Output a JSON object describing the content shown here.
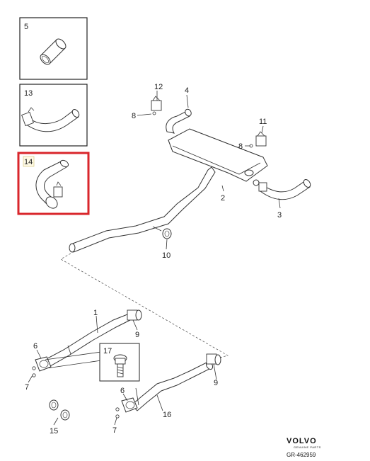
{
  "diagram": {
    "part_labels": {
      "p1": "1",
      "p2": "2",
      "p3": "3",
      "p4": "4",
      "p5": "5",
      "p6a": "6",
      "p6b": "6",
      "p7a": "7",
      "p7b": "7",
      "p8a": "8",
      "p8b": "8",
      "p9a": "9",
      "p9b": "9",
      "p10": "10",
      "p11": "11",
      "p12": "12",
      "p13": "13",
      "p14": "14",
      "p15": "15",
      "p16": "16",
      "p17": "17"
    },
    "highlight_color": "#d9262b",
    "brand": {
      "name": "VOLVO",
      "tagline": "GENUINE PARTS",
      "reference": "GR-462959"
    }
  }
}
